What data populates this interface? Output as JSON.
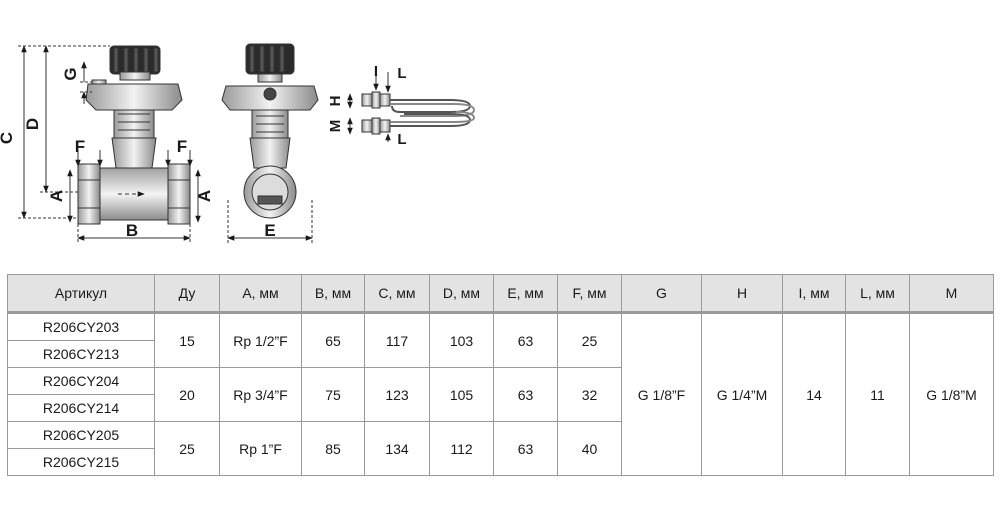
{
  "diagram": {
    "labels": {
      "A": "A",
      "B": "B",
      "C": "C",
      "D": "D",
      "E": "E",
      "F": "F",
      "G": "G",
      "H": "H",
      "I": "I",
      "L": "L",
      "M": "M"
    }
  },
  "table": {
    "headers": [
      "Артикул",
      "Ду",
      "A, мм",
      "B, мм",
      "C, мм",
      "D, мм",
      "E, мм",
      "F, мм",
      "G",
      "H",
      "I, мм",
      "L, мм",
      "M"
    ],
    "groups": [
      {
        "articles": [
          "R206CY203",
          "R206CY213"
        ],
        "du": "15",
        "a": "Rp 1/2”F",
        "b": "65",
        "c": "117",
        "d": "103",
        "e": "63",
        "f": "25"
      },
      {
        "articles": [
          "R206CY204",
          "R206CY214"
        ],
        "du": "20",
        "a": "Rp 3/4”F",
        "b": "75",
        "c": "123",
        "d": "105",
        "e": "63",
        "f": "32"
      },
      {
        "articles": [
          "R206CY205",
          "R206CY215"
        ],
        "du": "25",
        "a": "Rp 1”F",
        "b": "85",
        "c": "134",
        "d": "112",
        "e": "63",
        "f": "40"
      }
    ],
    "common": {
      "g": "G 1/8”F",
      "h": "G 1/4”M",
      "i": "14",
      "l": "11",
      "m": "G 1/8”M"
    }
  }
}
